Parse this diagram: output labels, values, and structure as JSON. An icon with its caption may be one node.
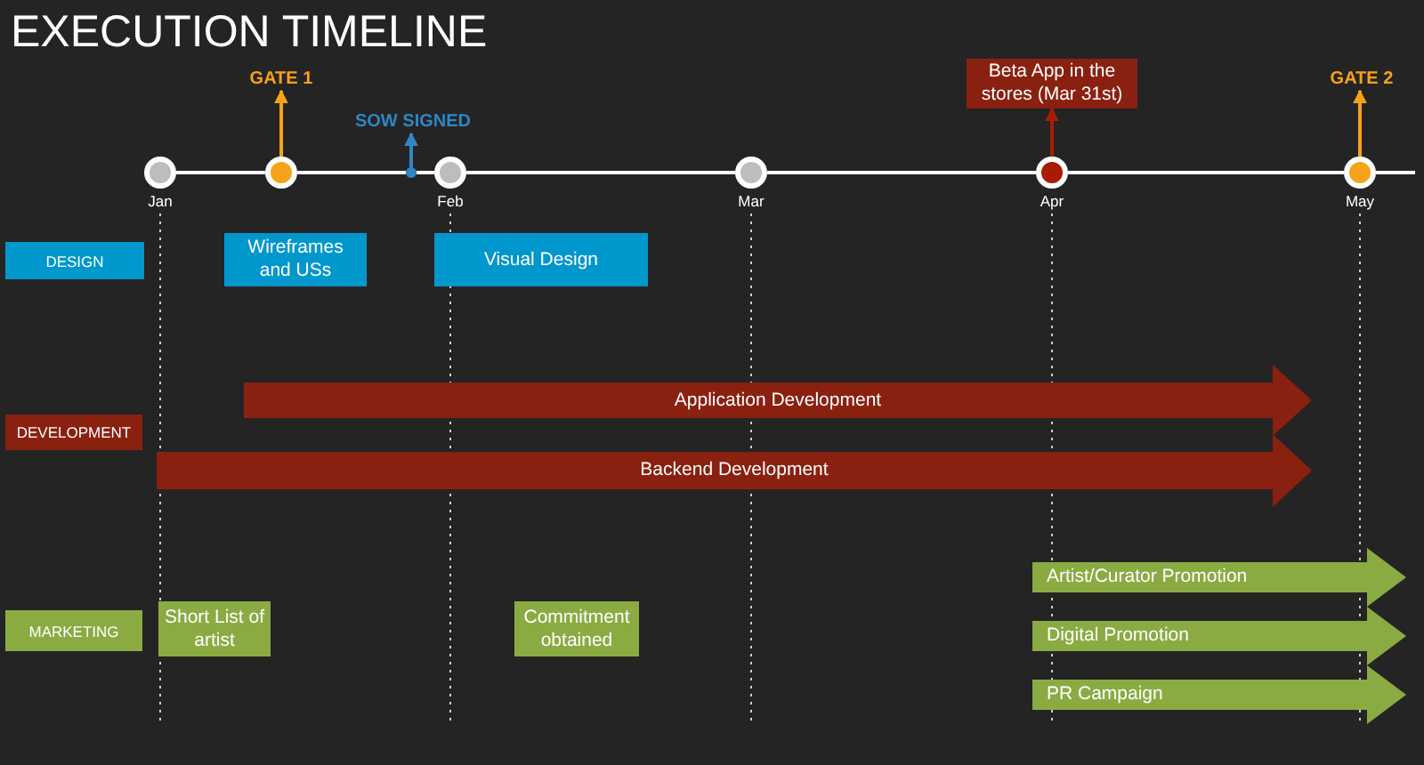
{
  "diagram": {
    "title": "EXECUTION TIMELINE",
    "nodes": [
      {
        "text": [
          "GATE 1"
        ]
      },
      {
        "text": [
          "SOW SIGNED"
        ]
      },
      {
        "text": [
          "Beta App in the stores (Mar 31st)"
        ]
      },
      {
        "text": [
          "GATE 2"
        ]
      },
      {
        "text": [],
        "shape": "circle",
        "beside": [
          "Jan"
        ]
      },
      {
        "text": [],
        "shape": "circle"
      },
      {
        "text": [],
        "shape": "circle",
        "beside": [
          "Feb"
        ]
      },
      {
        "text": [],
        "shape": "circle",
        "beside": [
          "Mar"
        ]
      },
      {
        "text": [],
        "shape": "circle",
        "beside": [
          "Apr"
        ]
      },
      {
        "text": [],
        "shape": "circle",
        "beside": [
          "May"
        ]
      },
      {
        "text": [
          "DESIGN"
        ]
      },
      {
        "text": [
          "Wireframes and USs"
        ]
      },
      {
        "text": [
          "Visual Design"
        ]
      },
      {
        "text": [
          "Application Development"
        ]
      },
      {
        "text": [
          "DEVELOPMENT"
        ]
      },
      {
        "text": [
          "Backend Development"
        ]
      },
      {
        "text": [
          "MARKETING"
        ]
      },
      {
        "text": [
          "Short List of artist"
        ]
      },
      {
        "text": [
          "Commitment obtained"
        ]
      },
      {
        "text": [
          "Artist/Curator Promotion"
        ]
      },
      {
        "text": [
          "Digital Promotion"
        ]
      },
      {
        "text": [
          "PR Campaign"
        ]
      },
      {
        "text": [],
        "shape": "circle"
      }
    ],
    "edges": [
      {
        "from": 4,
        "to": 5,
        "arrow": "none"
      },
      {
        "from": 5,
        "to": 22,
        "arrow": "none"
      },
      {
        "from": 22,
        "to": 6,
        "arrow": "none"
      },
      {
        "from": 6,
        "to": 7,
        "arrow": "none"
      },
      {
        "from": 7,
        "to": 8,
        "arrow": "none"
      },
      {
        "from": 8,
        "to": 9,
        "arrow": "none"
      },
      {
        "from": 9,
        "to": null,
        "arrow": "none"
      },
      {
        "from": 5,
        "to": 0,
        "arrow": "to",
        "color": "#f7a21b"
      },
      {
        "from": 22,
        "to": 1,
        "arrow": "to",
        "color": "#2f86c4"
      },
      {
        "from": 8,
        "to": 2,
        "arrow": "to",
        "color": "#a61c05"
      },
      {
        "from": 9,
        "to": 3,
        "arrow": "to",
        "color": "#f7a21b"
      }
    ]
  }
}
